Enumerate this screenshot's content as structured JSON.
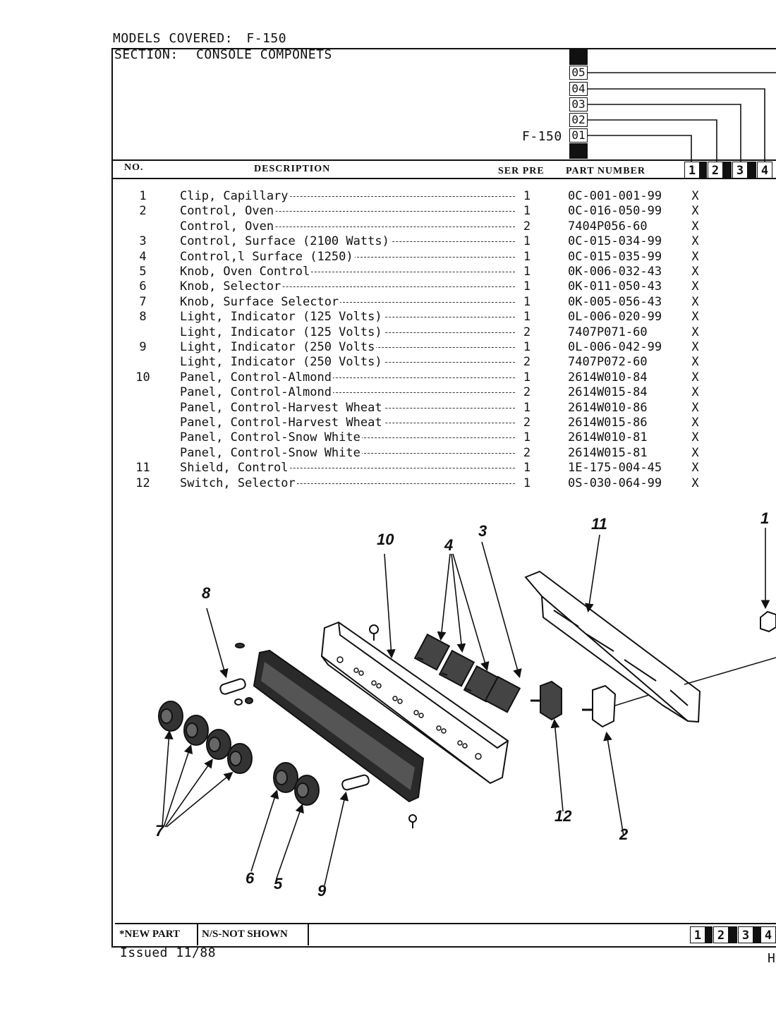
{
  "header": {
    "models_covered_label": "MODELS COVERED:",
    "models_covered_value": "F-150",
    "section_label": "SECTION:",
    "section_value": "CONSOLE COMPONETS",
    "model_code": "F-150"
  },
  "serial_prefixes": [
    "05",
    "04",
    "03",
    "02",
    "01"
  ],
  "columns": {
    "no": "NO.",
    "description": "DESCRIPTION",
    "ser_pre": "SER PRE",
    "part_number": "PART NUMBER",
    "model_columns": [
      "1",
      "2",
      "3",
      "4"
    ]
  },
  "parts": [
    {
      "no": "1",
      "description": "Clip, Capillary",
      "ser": "1",
      "part": "0C-001-001-99",
      "x": "X"
    },
    {
      "no": "2",
      "description": "Control, Oven",
      "ser": "1",
      "part": "0C-016-050-99",
      "x": "X"
    },
    {
      "no": "",
      "description": "Control, Oven",
      "ser": "2",
      "part": "7404P056-60",
      "x": "X"
    },
    {
      "no": "3",
      "description": "Control, Surface (2100 Watts)",
      "ser": "1",
      "part": "0C-015-034-99",
      "x": "X"
    },
    {
      "no": "4",
      "description": "Control,l Surface (1250)",
      "ser": "1",
      "part": "0C-015-035-99",
      "x": "X"
    },
    {
      "no": "5",
      "description": "Knob, Oven Control",
      "ser": "1",
      "part": "0K-006-032-43",
      "x": "X"
    },
    {
      "no": "6",
      "description": "Knob, Selector",
      "ser": "1",
      "part": "0K-011-050-43",
      "x": "X"
    },
    {
      "no": "7",
      "description": "Knob, Surface Selector",
      "ser": "1",
      "part": "0K-005-056-43",
      "x": "X"
    },
    {
      "no": "8",
      "description": "Light, Indicator (125 Volts)",
      "ser": "1",
      "part": "0L-006-020-99",
      "x": "X"
    },
    {
      "no": "",
      "description": "Light, Indicator (125 Volts)",
      "ser": "2",
      "part": "7407P071-60",
      "x": "X"
    },
    {
      "no": "9",
      "description": "Light, Indicator (250 Volts",
      "ser": "1",
      "part": "0L-006-042-99",
      "x": "X"
    },
    {
      "no": "",
      "description": "Light, Indicator (250 Volts)",
      "ser": "2",
      "part": "7407P072-60",
      "x": "X"
    },
    {
      "no": "10",
      "description": "Panel, Control-Almond",
      "ser": "1",
      "part": "2614W010-84",
      "x": "X"
    },
    {
      "no": "",
      "description": "Panel, Control-Almond",
      "ser": "2",
      "part": "2614W015-84",
      "x": "X"
    },
    {
      "no": "",
      "description": "Panel, Control-Harvest Wheat",
      "ser": "1",
      "part": "2614W010-86",
      "x": "X"
    },
    {
      "no": "",
      "description": "Panel, Control-Harvest Wheat",
      "ser": "2",
      "part": "2614W015-86",
      "x": "X"
    },
    {
      "no": "",
      "description": "Panel, Control-Snow White",
      "ser": "1",
      "part": "2614W010-81",
      "x": "X"
    },
    {
      "no": "",
      "description": "Panel, Control-Snow White",
      "ser": "2",
      "part": "2614W015-81",
      "x": "X"
    },
    {
      "no": "11",
      "description": "Shield, Control",
      "ser": "1",
      "part": "1E-175-004-45",
      "x": "X"
    },
    {
      "no": "12",
      "description": "Switch, Selector",
      "ser": "1",
      "part": "0S-030-064-99",
      "x": "X"
    }
  ],
  "diagram_callouts": {
    "c1": "1",
    "c2": "2",
    "c3": "3",
    "c4": "4",
    "c5": "5",
    "c6": "6",
    "c7": "7",
    "c8": "8",
    "c9": "9",
    "c10": "10",
    "c11": "11",
    "c12": "12"
  },
  "footer": {
    "new_part": "*NEW PART",
    "not_shown": "N/S-NOT SHOWN",
    "model_columns": [
      "1",
      "2",
      "3",
      "4"
    ],
    "issued": "Issued 11/88",
    "page_fragment": "H"
  }
}
